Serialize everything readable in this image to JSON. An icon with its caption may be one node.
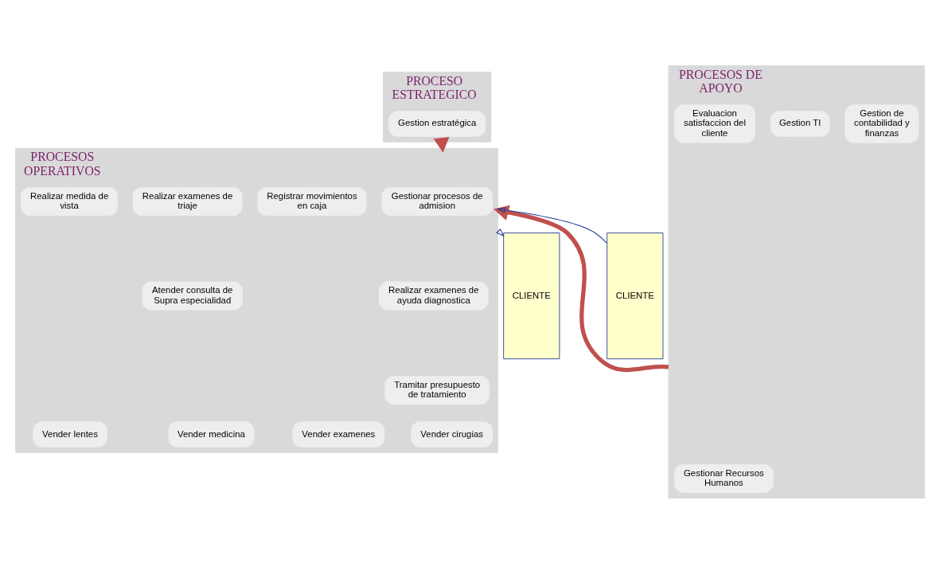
{
  "diagram": {
    "nodes": [
      {
        "text": [
          "PROCESO ESTRATEGICO"
        ]
      },
      {
        "text": [
          "Gestion estratégica"
        ],
        "in": 0
      },
      {
        "text": [
          "PROCESOS OPERATIVOS"
        ]
      },
      {
        "text": [
          "Gestionar procesos de admision"
        ],
        "in": 2
      },
      {
        "text": [
          "Registrar movimientos en caja"
        ],
        "in": 2
      },
      {
        "text": [
          "Realizar examenes de triaje"
        ],
        "in": 2
      },
      {
        "text": [
          "Realizar medida de vista"
        ],
        "in": 2
      },
      {
        "text": [
          "Realizar examenes de ayuda diagnostica"
        ],
        "in": 2
      },
      {
        "text": [
          "Atender consulta de Supra especialidad"
        ],
        "in": 2
      },
      {
        "text": [
          "Tramitar presupuesto de tratamiento"
        ],
        "in": 2
      },
      {
        "text": [
          "Vender cirugias"
        ],
        "in": 2
      },
      {
        "text": [
          "Vender examenes"
        ],
        "in": 2
      },
      {
        "text": [
          "Vender medicina"
        ],
        "in": 2
      },
      {
        "text": [
          "Vender lentes"
        ],
        "in": 2
      },
      {
        "text": [
          "PROCESOS DE APOYO"
        ]
      },
      {
        "text": [
          "Gestionar Recursos Humanos"
        ],
        "in": 14
      },
      {
        "text": [
          "Gestion de contabilidad y finanzas"
        ],
        "in": 14
      },
      {
        "text": [
          "Gestion TI"
        ],
        "in": 14
      },
      {
        "text": [
          "Evaluacion satisfaccion del cliente"
        ],
        "in": 14
      },
      {
        "text": [
          "CLIENTE"
        ]
      },
      {
        "text": [
          "CLIENTE"
        ]
      }
    ],
    "edges": [
      {
        "from": 0,
        "to": 2,
        "arrow": "to",
        "style": "thick",
        "color": "#c0504d"
      },
      {
        "from": 14,
        "to": 2,
        "arrow": "to",
        "style": "thick",
        "color": "#c0504d"
      },
      {
        "from": 19,
        "to": 2,
        "arrow": "to"
      },
      {
        "from": 2,
        "to": 20,
        "arrow": "to"
      }
    ]
  }
}
